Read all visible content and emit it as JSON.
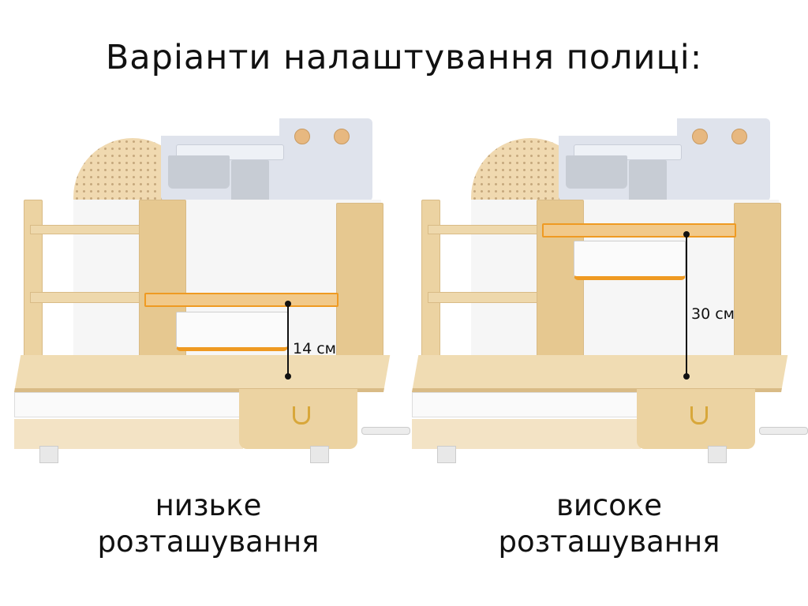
{
  "title": "Варіанти налаштування полиці:",
  "panels": [
    {
      "id": "low",
      "measurement": "14 см",
      "caption": [
        "низьке",
        "розташування"
      ]
    },
    {
      "id": "high",
      "measurement": "30 см",
      "caption": [
        "високе",
        "розташування"
      ]
    }
  ],
  "colors": {
    "accent": "#ef9a22",
    "wood": "#ecd3a2",
    "board": "#dfe3ec"
  }
}
